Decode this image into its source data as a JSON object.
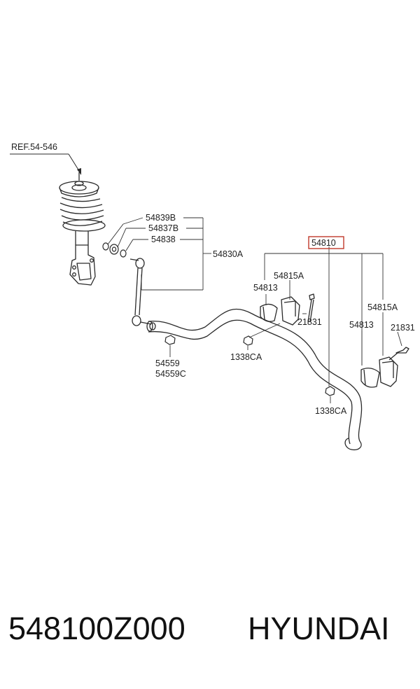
{
  "diagram": {
    "labels": {
      "ref": "REF.54-546",
      "p54839B": "54839B",
      "p54837B": "54837B",
      "p54838": "54838",
      "p54830A": "54830A",
      "p54810": "54810",
      "p54815A_left": "54815A",
      "p54813_left": "54813",
      "p21831_left": "21831",
      "p54815A_right": "54815A",
      "p54813_right": "54813",
      "p21831_right": "21831",
      "p54559": "54559",
      "p54559C": "54559C",
      "p1338CA_left": "1338CA",
      "p1338CA_right": "1338CA"
    },
    "highlight_color": "#c0392b"
  },
  "footer": {
    "part_number": "548100Z000",
    "brand": "HYUNDAI"
  }
}
